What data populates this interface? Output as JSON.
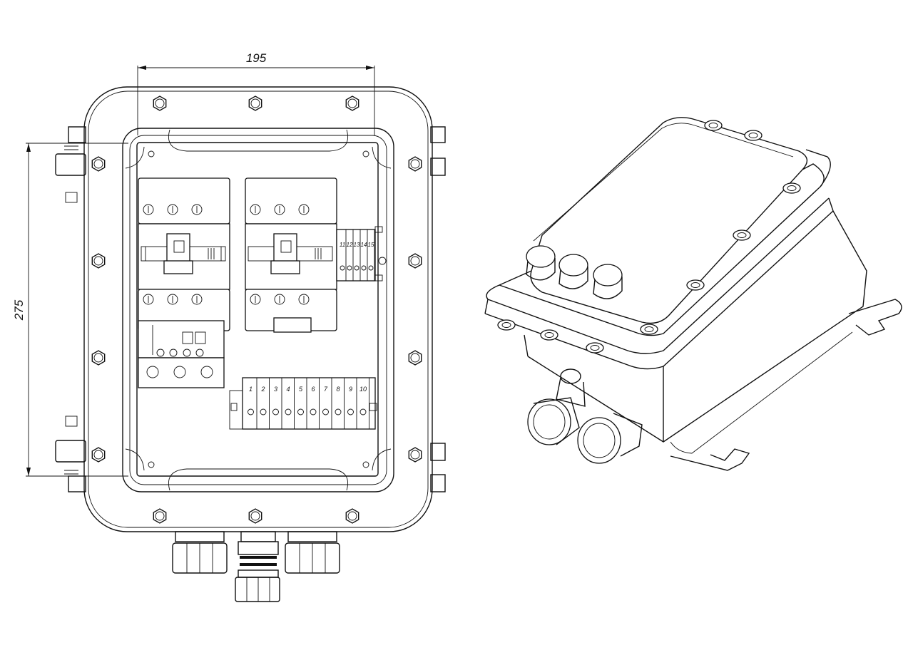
{
  "dimensions": {
    "width_label": "195",
    "height_label": "275"
  },
  "terminals": {
    "upper": [
      "11",
      "12",
      "13",
      "14",
      "15"
    ],
    "lower": [
      "1",
      "2",
      "3",
      "4",
      "5",
      "6",
      "7",
      "8",
      "9",
      "10"
    ]
  },
  "colors": {
    "line": "#111111",
    "background": "#ffffff"
  }
}
